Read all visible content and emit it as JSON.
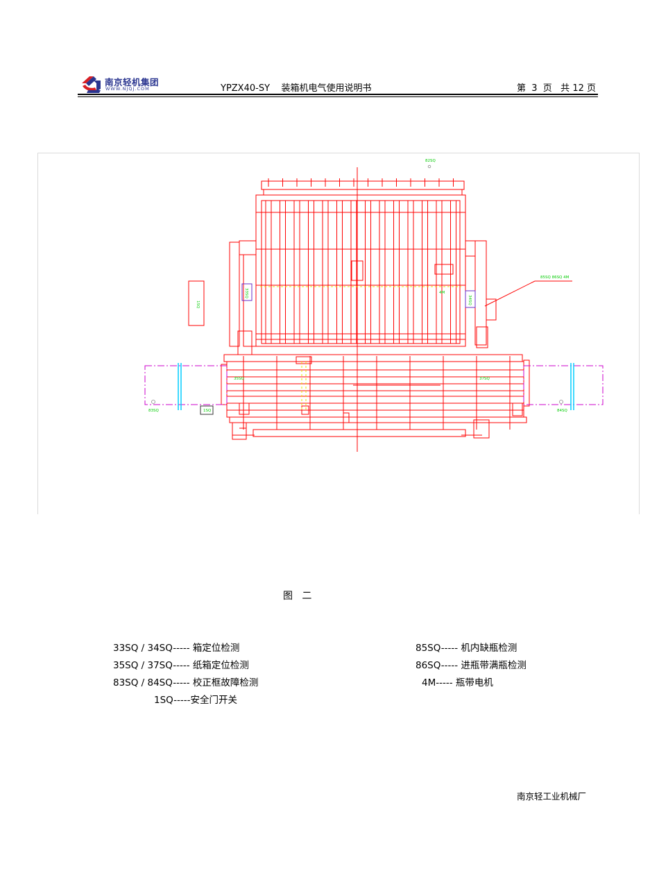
{
  "header": {
    "logo_name": "南京轻机集团",
    "logo_url": "WWW.NJQJ.COM",
    "title": "YPZX40-SY    装箱机电气使用说明书",
    "page": "第  3  页   共 12 页"
  },
  "drawing": {
    "labels": {
      "top": "82SQ",
      "right_callout": "85SQ 86SQ 4M",
      "left_rect": "1SQ",
      "left_box": "33SQ",
      "right_box": "34SQ",
      "left_mid": "35SQ",
      "right_mid": "37SQ",
      "bottom_left": "83SQ",
      "bottom_right": "84SQ",
      "small_box": "1SQ",
      "center_label": "4M"
    },
    "colors": {
      "line": "#ff0000",
      "green": "#00cc00",
      "magenta": "#cc00cc",
      "cyan": "#00ccff",
      "purple": "#6a2cc8"
    }
  },
  "caption": "图   二",
  "legend": {
    "left": [
      {
        "code": "33SQ / 34SQ-----",
        "text": " 箱定位检测"
      },
      {
        "code": "35SQ / 37SQ-----",
        "text": " 纸箱定位检测"
      },
      {
        "code": "83SQ / 84SQ-----",
        "text": " 校正框故障检测"
      },
      {
        "code": "1SQ-----",
        "text": "安全门开关"
      }
    ],
    "right": [
      {
        "code": "85SQ-----",
        "text": " 机内缺瓶检测"
      },
      {
        "code": "86SQ-----",
        "text": " 进瓶带满瓶检测"
      },
      {
        "code": "4M-----",
        "text": " 瓶带电机"
      }
    ]
  },
  "footer": "南京轻工业机械厂"
}
